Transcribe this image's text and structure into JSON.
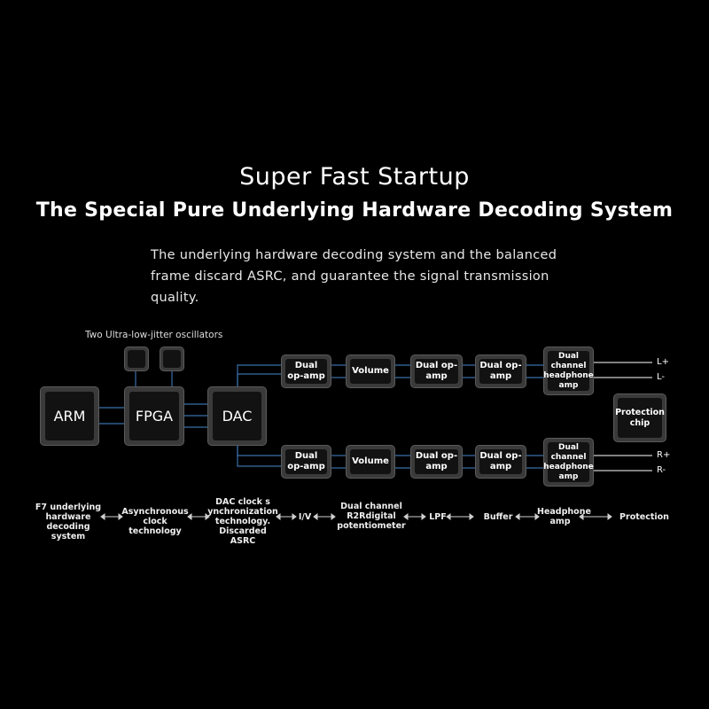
{
  "heading": {
    "title": "Super Fast Startup",
    "subtitle": "The Special Pure Underlying Hardware Decoding System",
    "description": "The underlying hardware decoding system and the balanced frame discard ASRC, and guarantee the signal transmission quality."
  },
  "diagram": {
    "oscillator_label": "Two Ultra-low-jitter oscillators",
    "main_blocks": {
      "arm": "ARM",
      "fpga": "FPGA",
      "dac": "DAC"
    },
    "top_chain": [
      "Dual op-amp",
      "Volume",
      "Dual op-amp",
      "Dual op-amp",
      "Dual channel headphone amp"
    ],
    "bottom_chain": [
      "Dual op-amp",
      "Volume",
      "Dual op-amp",
      "Dual op-amp",
      "Dual channel headphone amp"
    ],
    "protection": "Protection chip",
    "outputs": {
      "l_plus": "L+",
      "l_minus": "L-",
      "r_plus": "R+",
      "r_minus": "R-"
    }
  },
  "flow": [
    "F7 underlying hardware decoding system",
    "Asynchronous clock technology",
    "DAC clock s ynchronization technology. Discarded ASRC",
    "I/V",
    "Dual channel R2Rdigital potentiometer",
    "LPF",
    "Buffer",
    "Headphone amp",
    "Protection"
  ],
  "colors": {
    "background": "#000000",
    "connector": "#3b6fa8",
    "block_frame": "#3a3a3a"
  }
}
